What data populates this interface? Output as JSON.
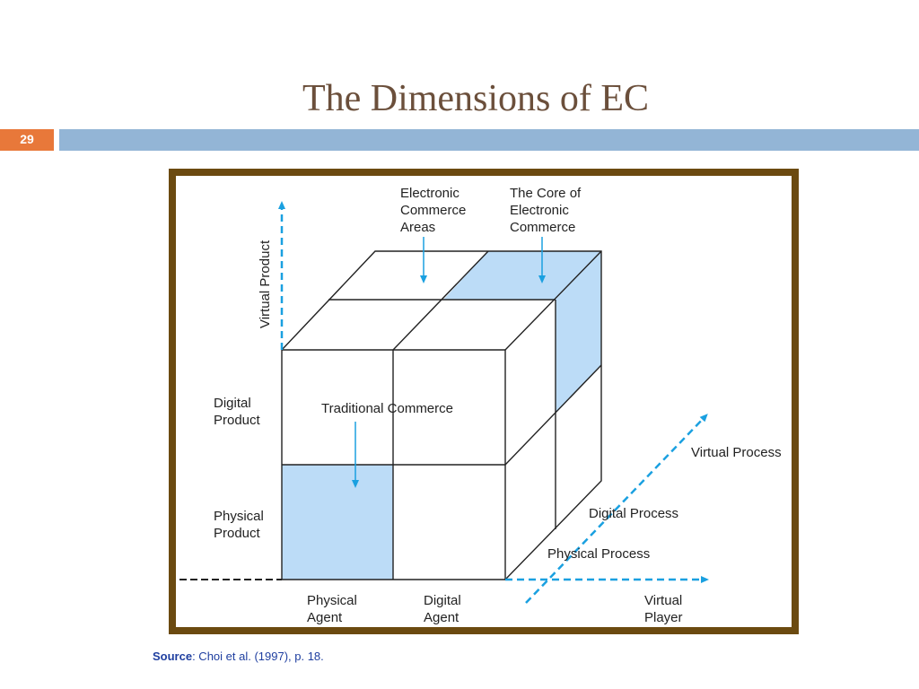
{
  "slide": {
    "title": "The Dimensions of EC",
    "number": "29"
  },
  "diagram": {
    "top_labels": {
      "ec_areas": [
        "Electronic",
        "Commerce",
        "Areas"
      ],
      "core": [
        "The Core of",
        "Electronic",
        "Commerce"
      ]
    },
    "traditional_commerce": "Traditional Commerce",
    "product_axis": {
      "virtual": "Virtual Product",
      "digital": [
        "Digital",
        "Product"
      ],
      "physical": [
        "Physical",
        "Product"
      ]
    },
    "agent_axis": {
      "physical": [
        "Physical",
        "Agent"
      ],
      "digital": [
        "Digital",
        "Agent"
      ],
      "virtual": [
        "Virtual",
        "Player"
      ]
    },
    "process_axis": {
      "virtual": "Virtual Process",
      "digital": "Digital Process",
      "physical": "Physical Process"
    },
    "colors": {
      "highlight_fill": "#bcdcf7",
      "arrow_blue": "#1aa0e0",
      "frame": "#6b4a10",
      "title": "#6b4f3b",
      "slide_number_box": "#e8783a",
      "title_bar": "#93b5d6"
    }
  },
  "source": {
    "label": "Source",
    "text": ": Choi et al. (1997), p. 18."
  }
}
